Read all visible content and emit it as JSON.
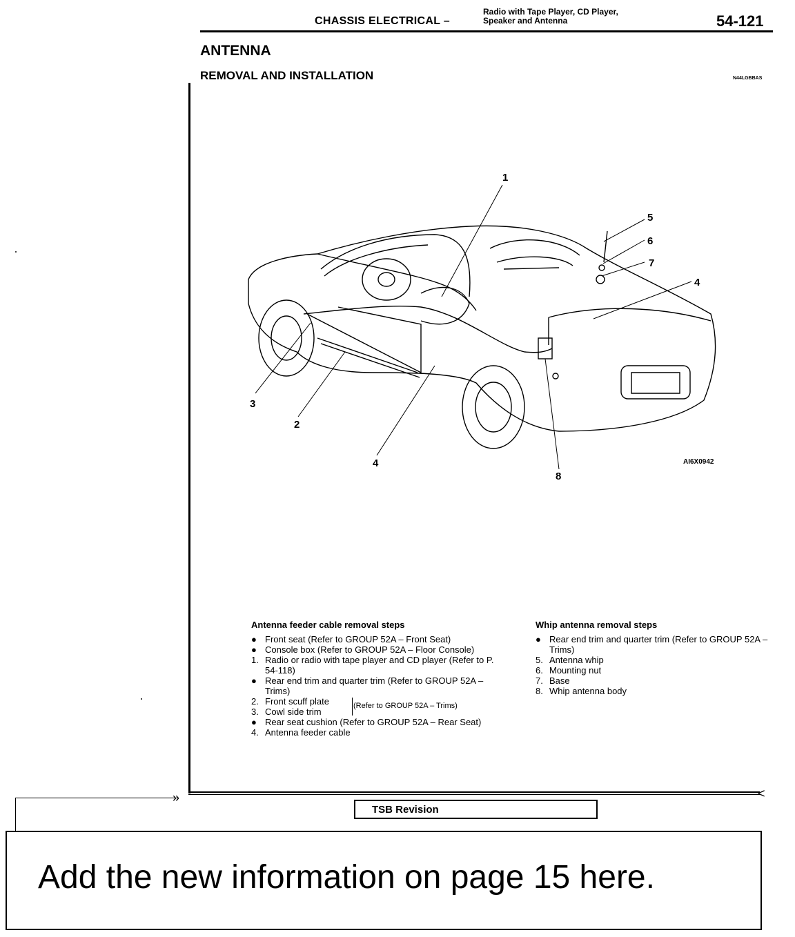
{
  "header": {
    "section": "CHASSIS ELECTRICAL –",
    "subsection_line1": "Radio with Tape Player, CD Player,",
    "subsection_line2": "Speaker and Antenna",
    "page_number": "54-121"
  },
  "title": "ANTENNA",
  "subtitle": "REMOVAL AND INSTALLATION",
  "doc_code": "N44LGBBAS",
  "figure": {
    "code": "AI6X0942",
    "callouts": [
      "1",
      "2",
      "3",
      "4",
      "4",
      "5",
      "6",
      "7",
      "8"
    ]
  },
  "feeder_steps": {
    "heading": "Antenna feeder cable removal steps",
    "items": [
      {
        "marker": "●",
        "text": "Front seat (Refer to GROUP 52A – Front Seat)"
      },
      {
        "marker": "●",
        "text": "Console box (Refer to GROUP 52A – Floor Console)"
      },
      {
        "marker": "1.",
        "text": "Radio or radio with tape player and CD player (Refer to P. 54-118)"
      },
      {
        "marker": "●",
        "text": "Rear end trim and quarter trim (Refer to GROUP 52A – Trims)"
      },
      {
        "marker": "2.",
        "text": "Front scuff plate"
      },
      {
        "marker": "3.",
        "text": "Cowl side trim"
      },
      {
        "marker": "●",
        "text": "Rear seat cushion (Refer to GROUP 52A – Rear Seat)"
      },
      {
        "marker": "4.",
        "text": "Antenna feeder cable"
      }
    ],
    "bracket_note": "(Refer to GROUP 52A – Trims)"
  },
  "whip_steps": {
    "heading": "Whip antenna removal steps",
    "items": [
      {
        "marker": "●",
        "text": "Rear end trim and quarter trim (Refer to GROUP 52A – Trims)"
      },
      {
        "marker": "5.",
        "text": "Antenna whip"
      },
      {
        "marker": "6.",
        "text": "Mounting nut"
      },
      {
        "marker": "7.",
        "text": "Base"
      },
      {
        "marker": "8.",
        "text": "Whip antenna body"
      }
    ]
  },
  "tsb_label": "TSB Revision",
  "note": "Add the new information on page 15 here."
}
